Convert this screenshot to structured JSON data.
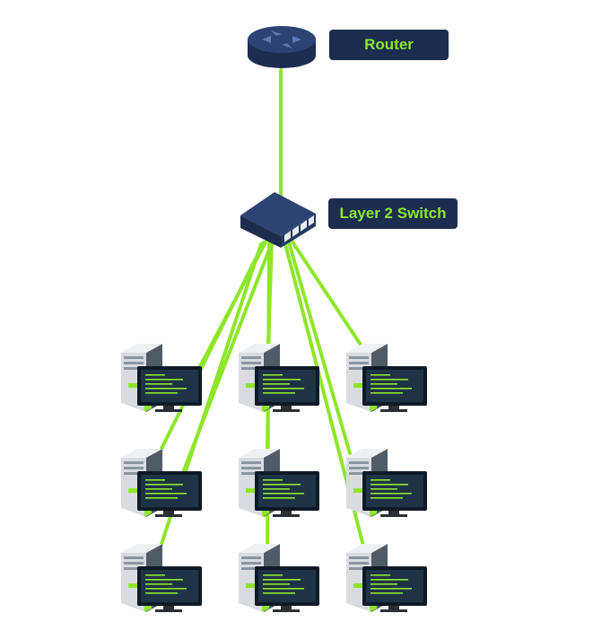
{
  "router": {
    "label": "Router",
    "icon": "router-icon"
  },
  "switch": {
    "label": "Layer 2 Switch",
    "icon": "switch-icon"
  },
  "workstations": {
    "count": 9,
    "icon": "workstation-icon"
  },
  "colors": {
    "link": "#8ee62b",
    "label_bg": "#1c2d4f",
    "label_text": "#8ee62b",
    "device_dark": "#1c2d4f",
    "device_mid": "#2c4373",
    "tower_light": "#d8dce1",
    "tower_dark": "#4f5b66",
    "screen": "#1f3346"
  }
}
